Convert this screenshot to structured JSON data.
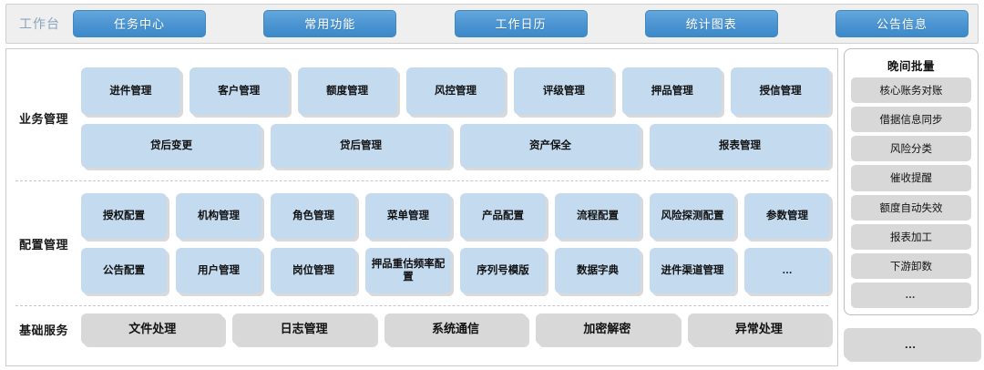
{
  "header": {
    "title": "工作台",
    "tabs": [
      {
        "label": "任务中心"
      },
      {
        "label": "常用功能"
      },
      {
        "label": "工作日历"
      },
      {
        "label": "统计图表"
      },
      {
        "label": "公告信息"
      }
    ]
  },
  "sections": [
    {
      "label": "业务管理",
      "rows": [
        [
          "进件管理",
          "客户管理",
          "额度管理",
          "风控管理",
          "评级管理",
          "押品管理",
          "授信管理"
        ],
        [
          "贷后变更",
          "贷后管理",
          "资产保全",
          "报表管理"
        ]
      ]
    },
    {
      "label": "配置管理",
      "rows": [
        [
          "授权配置",
          "机构管理",
          "角色管理",
          "菜单管理",
          "产品配置",
          "流程配置",
          "风险探测配置",
          "参数管理"
        ],
        [
          "公告配置",
          "用户管理",
          "岗位管理",
          "押品重估频率配置",
          "序列号模版",
          "数据字典",
          "进件渠道管理",
          "…"
        ]
      ]
    },
    {
      "label": "基础服务",
      "rows": [
        [
          "文件处理",
          "日志管理",
          "系统通信",
          "加密解密",
          "异常处理"
        ]
      ]
    }
  ],
  "batch_panel": {
    "title": "晚间批量",
    "items": [
      "核心账务对账",
      "借据信息同步",
      "风险分类",
      "催收提醒",
      "额度自动失效",
      "报表加工",
      "下游卸数",
      "…"
    ]
  },
  "right_more": "…",
  "colors": {
    "accent": "#4b94d1",
    "tile_blue": "#c3daef",
    "tile_gray": "#d8d8d8",
    "header_bg": "#efefef"
  }
}
